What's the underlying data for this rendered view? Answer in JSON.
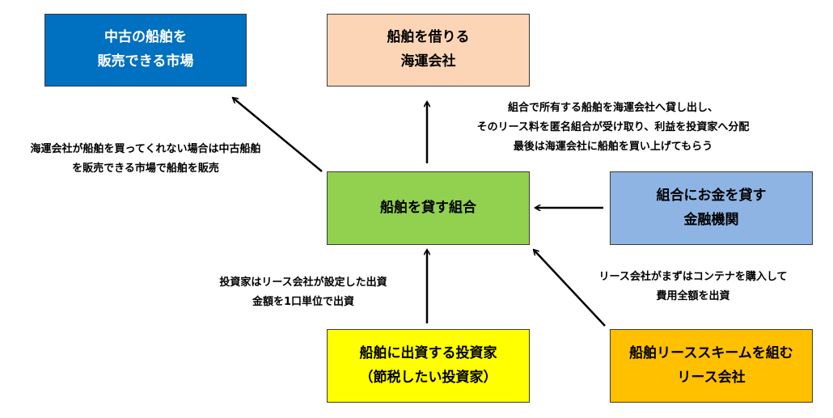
{
  "boxes": {
    "used_market": {
      "lines": [
        "中古の船舶を",
        "販売できる市場"
      ],
      "bg": "#0070c0",
      "fg": "#ffffff"
    },
    "shipping_company": {
      "lines": [
        "船舶を借りる",
        "海運会社"
      ],
      "bg": "#fbd5b5",
      "fg": "#000000"
    },
    "lending_union": {
      "lines": [
        "船舶を貸す組合"
      ],
      "bg": "#92d050",
      "fg": "#000000"
    },
    "financial_institution": {
      "lines": [
        "組合にお金を貸す",
        "金融機関"
      ],
      "bg": "#8eb4e3",
      "fg": "#000000"
    },
    "investor": {
      "lines": [
        "船舶に出資する投資家",
        "（節税したい投資家）"
      ],
      "bg": "#ffff00",
      "fg": "#000000"
    },
    "lease_company": {
      "lines": [
        "船舶リーススキームを組む",
        "リース会社"
      ],
      "bg": "#ffc000",
      "fg": "#000000"
    }
  },
  "notes": {
    "market_note": [
      "海運会社が船舶を買ってくれない場合は中古船舶",
      "を販売できる市場で船舶を販売"
    ],
    "shipping_note": [
      "組合で所有する船舶を海運会社へ貸し出し、",
      "そのリース料を匿名組合が受け取り、利益を投資家へ分配",
      "最後は海運会社に船舶を買い上げてもらう"
    ],
    "investor_note": [
      "投資家はリース会社が設定した出資",
      "金額を1口単位で出資"
    ],
    "lease_note": [
      "リース会社がまずはコンテナを購入して",
      "費用全額を出資"
    ]
  }
}
